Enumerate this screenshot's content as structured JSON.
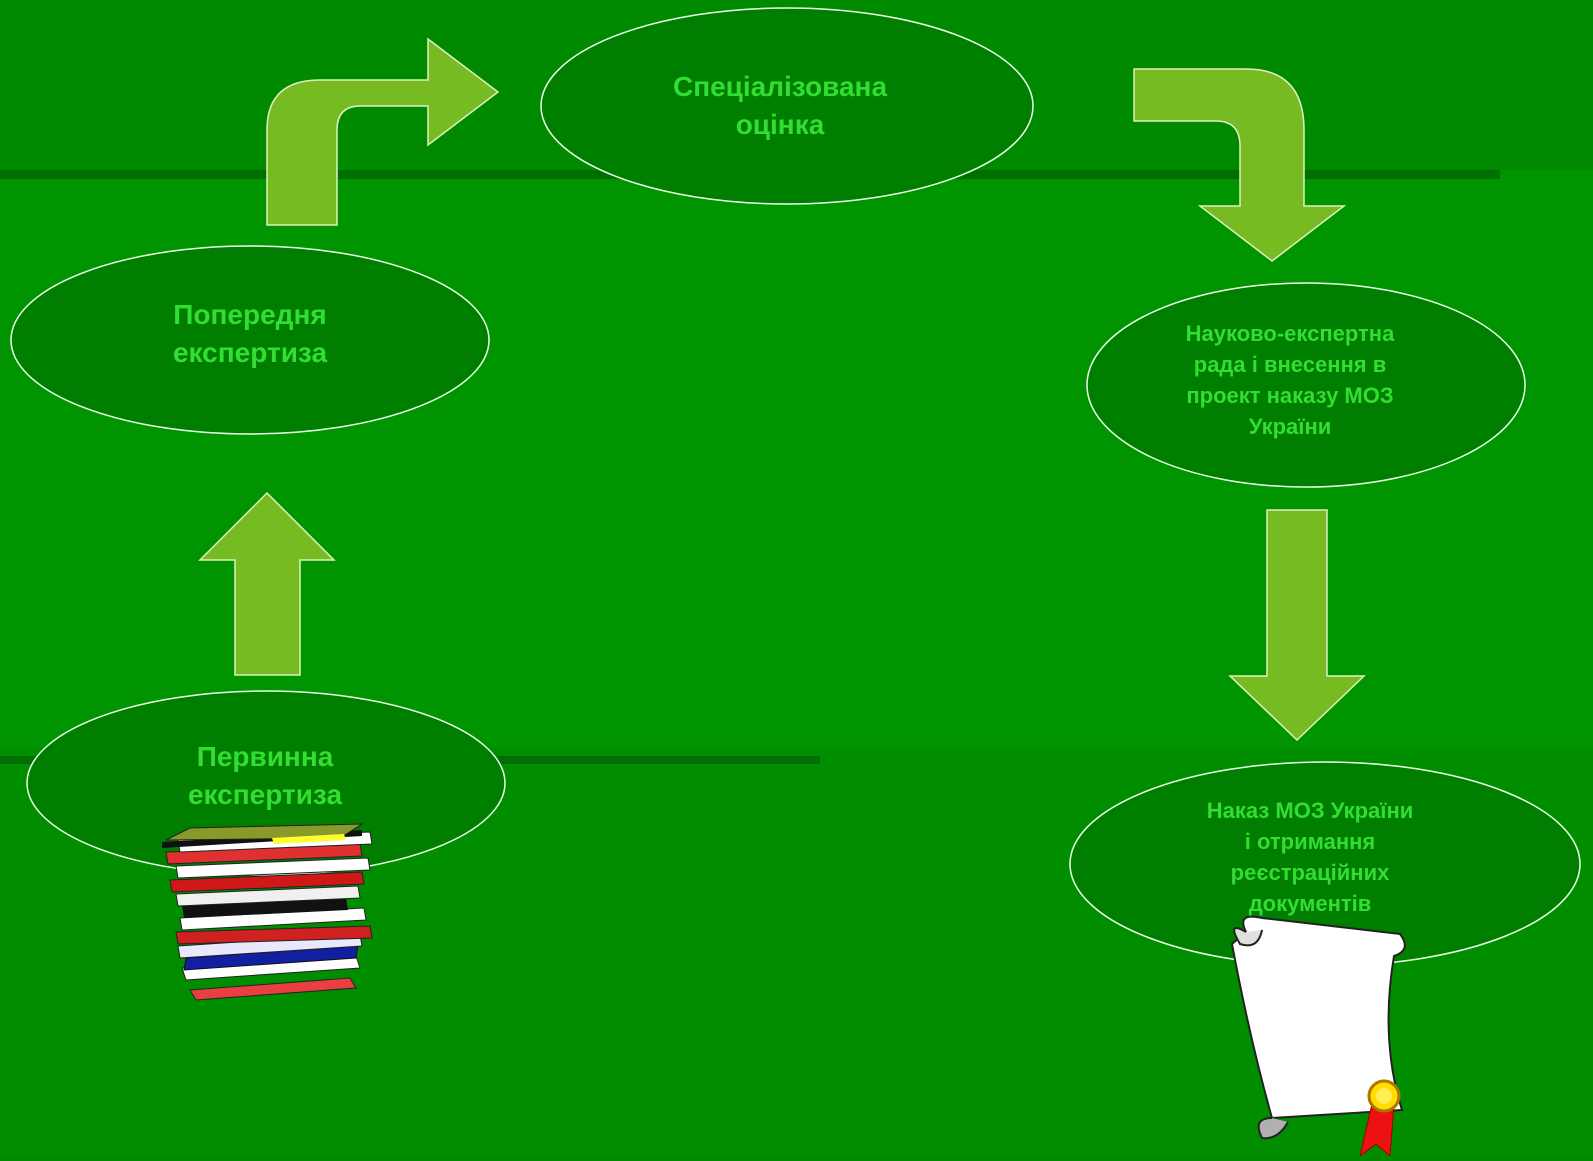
{
  "colors": {
    "background": "#008a00",
    "band": "#009400",
    "ellipse_fill": "#007e00",
    "ellipse_stroke": "#e8ffe8",
    "arrow_fill": "#77bb22",
    "label_text": "#33dd33"
  },
  "nodes": {
    "specialized": "Спеціалізована\nоцінка",
    "preliminary": "Попередня\nекспертиза",
    "council": "Науково-експертна\nрада і внесення в\nпроект наказу МОЗ\nУкраїни",
    "primary": "Первинна\nекспертиза",
    "order": "Наказ МОЗ України\nі отримання\nреєстраційних\nдокументів"
  },
  "icons": {
    "books": "stack-of-books-icon",
    "scroll": "certificate-scroll-icon"
  }
}
